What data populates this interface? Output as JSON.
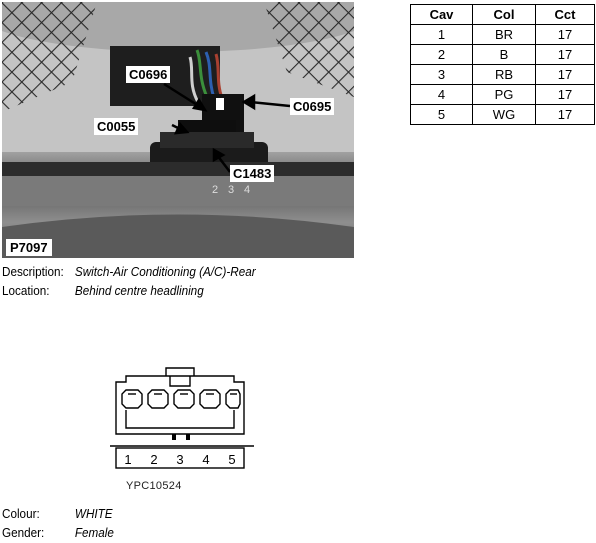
{
  "photo": {
    "id_label": "P7097",
    "callouts": {
      "c0696": "C0696",
      "c0695": "C0695",
      "c0055": "C0055",
      "c1483": "C1483"
    },
    "switch_numbers": [
      "2",
      "3",
      "4"
    ]
  },
  "table": {
    "headers": [
      "Cav",
      "Col",
      "Cct"
    ],
    "rows": [
      [
        "1",
        "BR",
        "17"
      ],
      [
        "2",
        "B",
        "17"
      ],
      [
        "3",
        "RB",
        "17"
      ],
      [
        "4",
        "PG",
        "17"
      ],
      [
        "5",
        "WG",
        "17"
      ]
    ]
  },
  "description": {
    "label": "Description:",
    "value": "Switch-Air Conditioning (A/C)-Rear"
  },
  "location": {
    "label": "Location:",
    "value": "Behind centre headlining"
  },
  "connector": {
    "pins": [
      "1",
      "2",
      "3",
      "4",
      "5"
    ],
    "part_code": "YPC10524"
  },
  "colour": {
    "label": "Colour:",
    "value": "WHITE"
  },
  "gender": {
    "label": "Gender:",
    "value": "Female"
  }
}
